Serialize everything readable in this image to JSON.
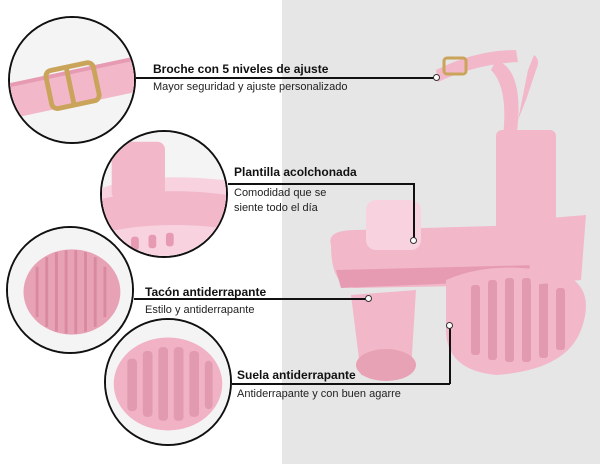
{
  "features": [
    {
      "title": "Broche con 5 niveles de ajuste",
      "desc": "Mayor seguridad y ajuste personalizado",
      "detail_icon": "buckle-closeup"
    },
    {
      "title": "Plantilla acolchonada",
      "desc": "Comodidad que se siente todo el día",
      "detail_icon": "insole-closeup"
    },
    {
      "title": "Tacón antiderrapante",
      "desc": "Estilo y antiderrapante",
      "detail_icon": "heel-tread-closeup"
    },
    {
      "title": "Suela antiderrapante",
      "desc": "Antiderrapante y con buen agarre",
      "detail_icon": "sole-tread-closeup"
    }
  ],
  "colors": {
    "pink": "#f2b8ca",
    "pink_dark": "#e79bb3",
    "pink_light": "#f8d3df",
    "gold": "#c9a45a",
    "panel_gray": "#e6e6e6"
  }
}
